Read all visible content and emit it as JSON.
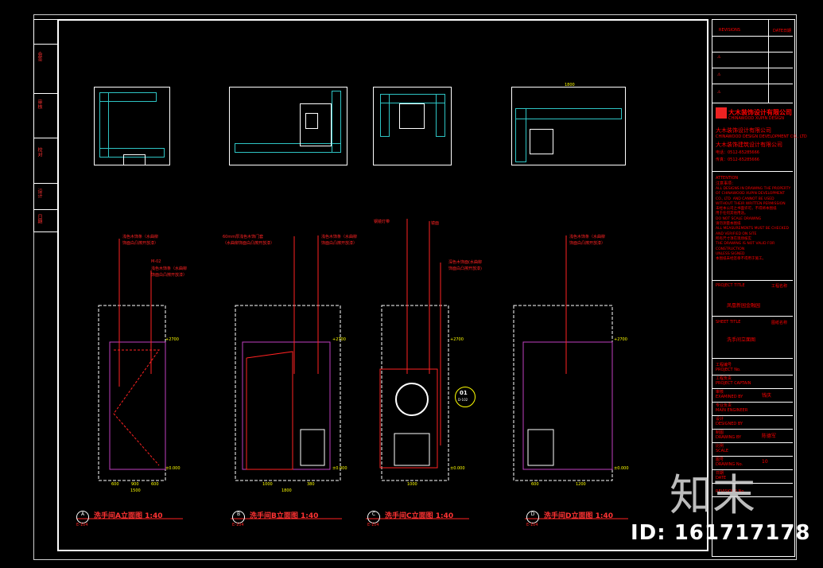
{
  "left_strip": {
    "labels": [
      "会签",
      "审核",
      "校对",
      "设计",
      "日期"
    ]
  },
  "title_block": {
    "revisions_label": "REVISIONS",
    "date_label": "DATE日期",
    "company_cn": "大木装饰设计有限公司",
    "company_en": "CHINAWOOD XUPIN DESIGN",
    "company_line2": "CHINAWOOD DESIGN DEVELOPMENT CO., LTD",
    "company_cn2": "大木装饰建筑设计有限公司",
    "tel": "电话：0512-65285666",
    "fax": "传真：0512-65285666",
    "attention": "ATTENTION\n注意事项：",
    "notes": "ALL DESIGNS IN DRAWING THE PROPERTY\nOF CHINAWOOD XUPIN DEVELOPMENT\nCO., LTD  AND CANNOT BE USED\nWITHOUT THEIR WRITTEN PERMISSION\n未经本公司之书面许可，不得将本图纸\n用于任何其他用途。\nDO NOT SCALE DRAWING\n请勿测量本图纸\nALL MEASUREMENTS MUST BE CHECKED\nAND VERIFIED ON SITE\n所有尺寸须在现场核实\nTHE DRAWING IS NOT VALID FOR\nCONSTRUCTION\nUNLESS SIGNED\n本图纸未经签章不得用于施工。",
    "project_title_label": "PROJECT TITLE",
    "project_title_cn": "工程名称",
    "project_name": "凤凰新园金融园",
    "sheet_title_label": "SHEET TITLE",
    "sheet_title_cn": "图纸名称",
    "sheet_name": "洗手间立面图",
    "rows": [
      {
        "cn": "工程编号",
        "en": "PROJECT No.",
        "val": ""
      },
      {
        "cn": "工程负责",
        "en": "PROJECT CAPTAIN",
        "val": ""
      },
      {
        "cn": "审核",
        "en": "EXAMINED BY",
        "val": "钱庆"
      },
      {
        "cn": "专业负责",
        "en": "MAIN ENGINEER",
        "val": ""
      },
      {
        "cn": "设计",
        "en": "DESIGNED BY",
        "val": ""
      },
      {
        "cn": "制图",
        "en": "DRAWING BY",
        "val": "陈德军"
      },
      {
        "cn": "比例",
        "en": "SCALE",
        "val": ""
      },
      {
        "cn": "图号",
        "en": "DRAWING No.",
        "val": "10"
      },
      {
        "cn": "日期",
        "en": "DATE",
        "val": ""
      },
      {
        "cn": "",
        "en": "REVISIONS No.",
        "val": ""
      }
    ]
  },
  "elevations": [
    {
      "id": "A",
      "sheet": "E-104",
      "title": "洗手间A立面图  1:40",
      "height_top": "+2700",
      "height_bottom": "±0.000",
      "dims_bottom": [
        "600",
        "900",
        "600"
      ],
      "dim_total": "1500",
      "callouts": [
        "浅色木饰条（水曲柳",
        "饰面白凸擦开放漆）",
        "M-02",
        "浅色木饰条（水曲柳",
        "饰面白凸擦开放漆）"
      ]
    },
    {
      "id": "B",
      "sheet": "E-104",
      "title": "洗手间B立面图  1:40",
      "height_top": "+2700",
      "height_bottom": "±0.000",
      "dims_bottom": [
        "1000",
        "380"
      ],
      "dim_total": "1800",
      "callouts": [
        "60mm厚浅色木饰门套",
        "（水曲柳饰面白凸擦开放漆）",
        "浅色木饰条（水曲柳",
        "饰面白凸擦开放漆）"
      ]
    },
    {
      "id": "C",
      "sheet": "E-104",
      "title": "洗手间C立面图  1:40",
      "height_top": "+2700",
      "height_bottom": "±0.000",
      "dims_bottom": [
        "1000"
      ],
      "dim_total": "",
      "callouts": [
        "钢镜灯带",
        "镜面",
        "深色木饰面(水曲柳",
        "饰面白凸擦开放漆)"
      ],
      "detail_marker": {
        "num": "01",
        "sheet": "D-102"
      }
    },
    {
      "id": "D",
      "sheet": "E-104",
      "title": "洗手间D立面图  1:40",
      "height_top": "+2700",
      "height_bottom": "±0.000",
      "dims_bottom": [
        "600",
        "1200"
      ],
      "dim_total": "",
      "callouts": [
        "浅色木饰条（水曲柳",
        "饰面白凸擦开放漆）"
      ]
    }
  ],
  "plan_dims": {
    "plan4_top": "1800"
  },
  "watermark": {
    "logo": "知末",
    "id_text": "ID: 161717178"
  },
  "colors": {
    "line_white": "#ffffff",
    "accent_cyan": "#2ec4c4",
    "text_red": "#ff2222",
    "magenta": "#c040c0",
    "dim_yellow": "#e0e000"
  }
}
